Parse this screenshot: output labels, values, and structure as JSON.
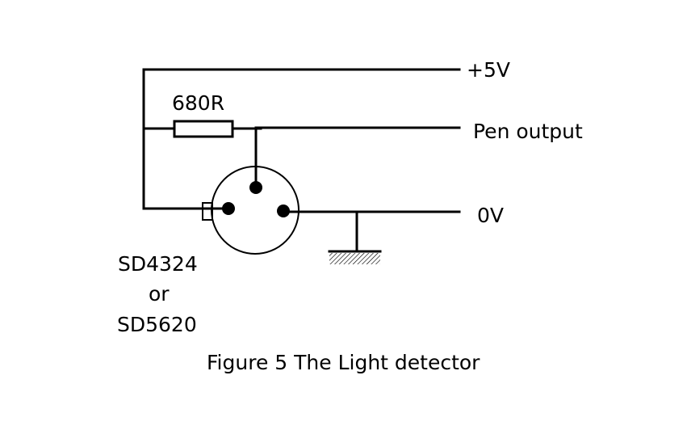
{
  "figure": {
    "caption": "Figure 5 The Light detector",
    "colors": {
      "ink": "#000000",
      "background": "#ffffff"
    }
  },
  "labels": {
    "supply": "+5V",
    "output": "Pen output",
    "ground_rail": "0V",
    "resistor": "680R",
    "component_line1": "SD4324",
    "component_line2": "or",
    "component_line3": "SD5620"
  },
  "components": [
    {
      "type": "resistor",
      "value": "680R"
    },
    {
      "type": "phototransistor",
      "part_numbers": [
        "SD4324",
        "SD5620"
      ],
      "pins": 3
    },
    {
      "type": "ground"
    }
  ],
  "nets": [
    "+5V",
    "Pen output",
    "0V"
  ]
}
